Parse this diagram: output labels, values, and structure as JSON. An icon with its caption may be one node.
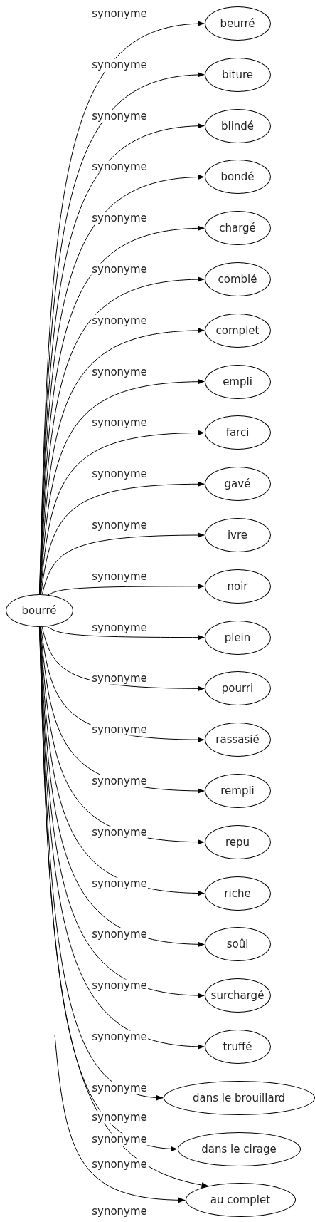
{
  "diagram": {
    "nodes": [
      {
        "text": [
          "bourré"
        ]
      },
      {
        "text": [
          "beurré"
        ]
      },
      {
        "text": [
          "biture"
        ]
      },
      {
        "text": [
          "blindé"
        ]
      },
      {
        "text": [
          "bondé"
        ]
      },
      {
        "text": [
          "chargé"
        ]
      },
      {
        "text": [
          "comblé"
        ]
      },
      {
        "text": [
          "complet"
        ]
      },
      {
        "text": [
          "empli"
        ]
      },
      {
        "text": [
          "farci"
        ]
      },
      {
        "text": [
          "gavé"
        ]
      },
      {
        "text": [
          "ivre"
        ]
      },
      {
        "text": [
          "noir"
        ]
      },
      {
        "text": [
          "plein"
        ]
      },
      {
        "text": [
          "pourri"
        ]
      },
      {
        "text": [
          "rassasié"
        ]
      },
      {
        "text": [
          "rempli"
        ]
      },
      {
        "text": [
          "repu"
        ]
      },
      {
        "text": [
          "riche"
        ]
      },
      {
        "text": [
          "soûl"
        ]
      },
      {
        "text": [
          "surchargé"
        ]
      },
      {
        "text": [
          "truffé"
        ]
      },
      {
        "text": [
          "dans le brouillard"
        ]
      },
      {
        "text": [
          "dans le cirage"
        ]
      },
      {
        "text": [
          "au complet"
        ]
      }
    ],
    "edges": [
      {
        "from": 0,
        "to": 1,
        "arrow": "to",
        "label": "synonyme"
      },
      {
        "from": 0,
        "to": 2,
        "arrow": "to",
        "label": "synonyme"
      },
      {
        "from": 0,
        "to": 3,
        "arrow": "to",
        "label": "synonyme"
      },
      {
        "from": 0,
        "to": 4,
        "arrow": "to",
        "label": "synonyme"
      },
      {
        "from": 0,
        "to": 5,
        "arrow": "to",
        "label": "synonyme"
      },
      {
        "from": 0,
        "to": 6,
        "arrow": "to",
        "label": "synonyme"
      },
      {
        "from": 0,
        "to": 7,
        "arrow": "to",
        "label": "synonyme"
      },
      {
        "from": 0,
        "to": 8,
        "arrow": "to",
        "label": "synonyme"
      },
      {
        "from": 0,
        "to": 9,
        "arrow": "to",
        "label": "synonyme"
      },
      {
        "from": 0,
        "to": 10,
        "arrow": "to",
        "label": "synonyme"
      },
      {
        "from": 0,
        "to": 11,
        "arrow": "to",
        "label": "synonyme"
      },
      {
        "from": 0,
        "to": 12,
        "arrow": "to",
        "label": "synonyme"
      },
      {
        "from": 0,
        "to": 13,
        "arrow": "to",
        "label": "synonyme"
      },
      {
        "from": 0,
        "to": 14,
        "arrow": "to",
        "label": "synonyme"
      },
      {
        "from": 0,
        "to": 15,
        "arrow": "to",
        "label": "synonyme"
      },
      {
        "from": 0,
        "to": 16,
        "arrow": "to",
        "label": "synonyme"
      },
      {
        "from": 0,
        "to": 17,
        "arrow": "to",
        "label": "synonyme"
      },
      {
        "from": 0,
        "to": 18,
        "arrow": "to",
        "label": "synonyme"
      },
      {
        "from": 0,
        "to": 19,
        "arrow": "to",
        "label": "synonyme"
      },
      {
        "from": 0,
        "to": 20,
        "arrow": "to",
        "label": "synonyme"
      },
      {
        "from": 0,
        "to": 21,
        "arrow": "to",
        "label": "synonyme"
      },
      {
        "from": 0,
        "to": 22,
        "arrow": "to",
        "label": "synonyme"
      },
      {
        "from": 0,
        "to": 23,
        "arrow": "to",
        "label": "synonyme"
      },
      {
        "from": 0,
        "to": 24,
        "arrow": "to",
        "label": "synonyme"
      },
      {
        "from": null,
        "to": 24,
        "arrow": "to",
        "label": "synonyme"
      }
    ],
    "labels": [
      "synonyme"
    ]
  }
}
